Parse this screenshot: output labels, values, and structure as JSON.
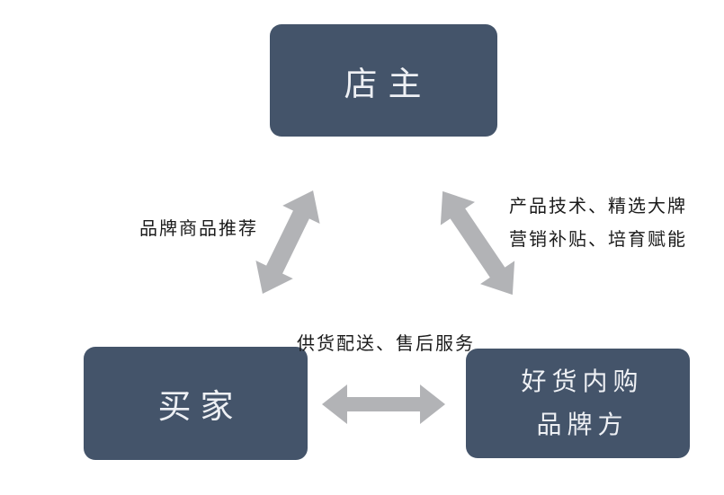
{
  "diagram": {
    "type": "relationship-diagram",
    "nodes": {
      "owner": {
        "label": "店主"
      },
      "buyer": {
        "label": "买家"
      },
      "brand": {
        "label_line1": "好货内购",
        "label_line2": "品牌方"
      }
    },
    "edges": {
      "owner_buyer": {
        "label": "品牌商品推荐",
        "direction": "bidirectional"
      },
      "owner_brand": {
        "label_line1": "产品技术、精选大牌",
        "label_line2": "营销补贴、培育赋能",
        "direction": "bidirectional"
      },
      "buyer_brand": {
        "label": "供货配送、售后服务",
        "direction": "bidirectional"
      }
    },
    "colors": {
      "node_fill": "#44546a",
      "node_text": "#eef0f4",
      "arrow": "#b2b3b6",
      "label_text": "#1b1b1b",
      "background": "#ffffff"
    }
  }
}
